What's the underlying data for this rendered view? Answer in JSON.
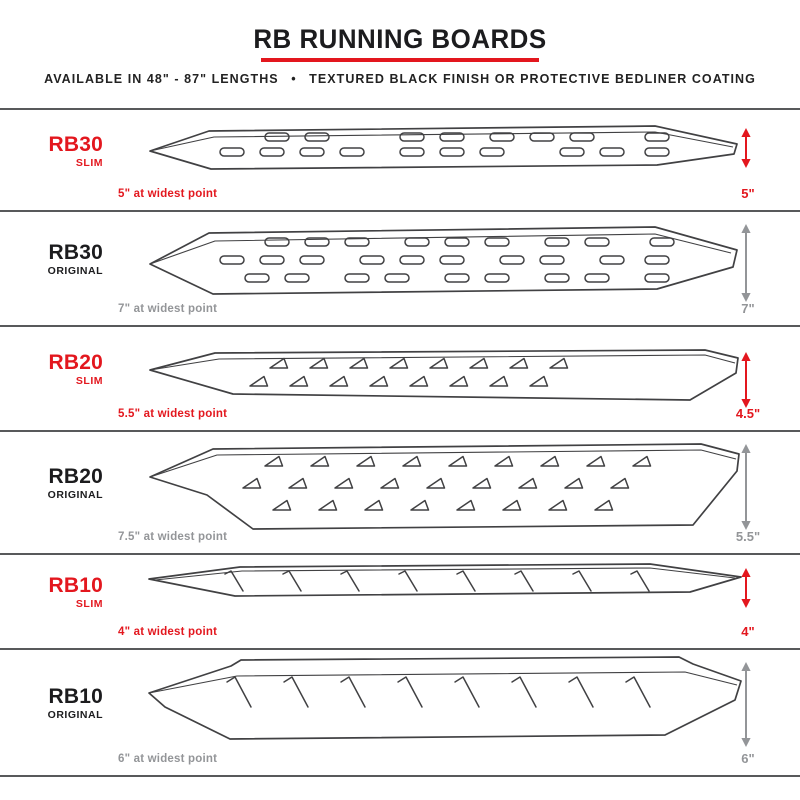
{
  "header": {
    "title": "RB RUNNING BOARDS",
    "subtitle_left": "AVAILABLE IN 48\" - 87\" LENGTHS",
    "bullet": "•",
    "subtitle_right": "TEXTURED BLACK FINISH OR PROTECTIVE BEDLINER COATING"
  },
  "colors": {
    "red": "#e3171e",
    "gray": "#939598",
    "ink": "#1c1c1e",
    "line": "#58595b",
    "drawing": "#414143"
  },
  "rows": [
    {
      "model": "RB30",
      "variant": "SLIM",
      "width_note": "5\" at widest point",
      "height_label": "5\""
    },
    {
      "model": "RB30",
      "variant": "ORIGINAL",
      "width_note": "7\" at widest point",
      "height_label": "7\""
    },
    {
      "model": "RB20",
      "variant": "SLIM",
      "width_note": "5.5\" at widest point",
      "height_label": "4.5\""
    },
    {
      "model": "RB20",
      "variant": "ORIGINAL",
      "width_note": "7.5\" at widest point",
      "height_label": "5.5\""
    },
    {
      "model": "RB10",
      "variant": "SLIM",
      "width_note": "4\" at widest point",
      "height_label": "4\""
    },
    {
      "model": "RB10",
      "variant": "ORIGINAL",
      "width_note": "6\" at widest point",
      "height_label": "6\""
    }
  ]
}
